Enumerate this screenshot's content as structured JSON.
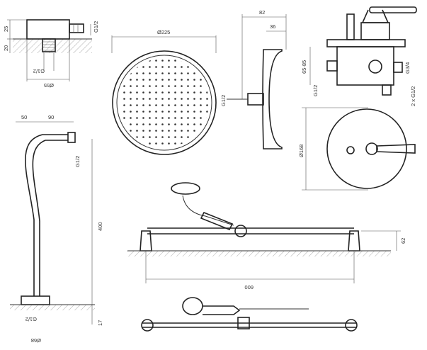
{
  "labels": {
    "outlet_height_top": "25",
    "outlet_height_bottom": "20",
    "outlet_thread": "G1/2",
    "outlet_thread_bottom": "G1/2",
    "outlet_diameter": "Ø55",
    "head_diameter": "Ø225",
    "head_depth_total": "82",
    "head_depth_part": "36",
    "head_arm_thread": "G1/2",
    "valve_depth": "65-85",
    "valve_inlet": "G1/2",
    "valve_outlet_top": "G3/4",
    "valve_outlets_bottom": "2 x G1/2",
    "plate_diameter": "Ø168",
    "pipe_offset_1": "50",
    "pipe_offset_2": "90",
    "pipe_top_thread": "G1/2",
    "pipe_height": "400",
    "pipe_base_height": "17",
    "pipe_base_thread": "G1/2",
    "pipe_base_diameter": "Ø68",
    "rail_height": "62",
    "rail_length": "600"
  }
}
